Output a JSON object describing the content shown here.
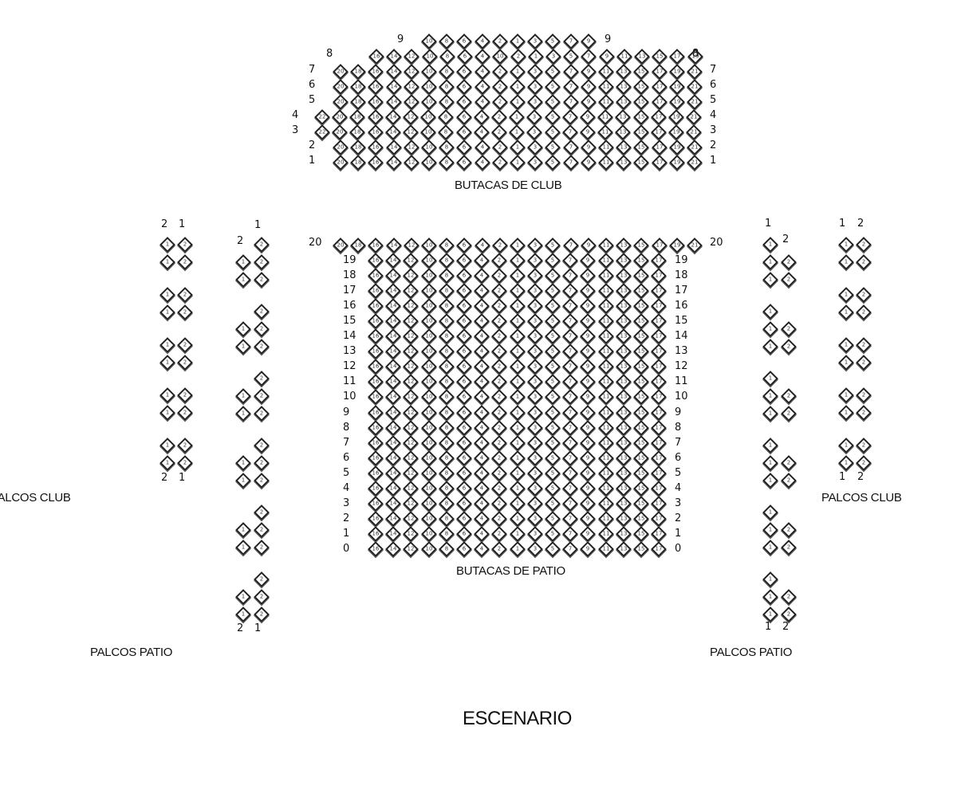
{
  "sections": {
    "club_seats_label": "BUTACAS DE CLUB",
    "patio_seats_label": "BUTACAS DE PATIO",
    "palcos_club_left": "PALCOS CLUB",
    "palcos_club_right": "PALCOS CLUB",
    "palcos_patio_left": "PALCOS PATIO",
    "palcos_patio_right": "PALCOS PATIO",
    "stage_label": "ESCENARIO"
  },
  "club_rows": [
    {
      "row": "9",
      "seats": [
        "10",
        "8",
        "6",
        "4",
        "2",
        "1",
        "3",
        "5",
        "7",
        "9"
      ]
    },
    {
      "row": "8",
      "seats": [
        "16",
        "14",
        "12",
        "10",
        "8",
        "6",
        "4",
        "10",
        "2",
        "1",
        "3",
        "5",
        "7",
        "9",
        "11",
        "13",
        "15",
        "17",
        "19"
      ]
    },
    {
      "row": "7",
      "seats": [
        "20",
        "18",
        "16",
        "14",
        "12",
        "10",
        "8",
        "6",
        "4",
        "2",
        "1",
        "3",
        "5",
        "7",
        "9",
        "11",
        "13",
        "15",
        "17",
        "19",
        "21"
      ]
    },
    {
      "row": "6",
      "seats": [
        "20",
        "18",
        "16",
        "14",
        "12",
        "10",
        "8",
        "6",
        "4",
        "2",
        "1",
        "3",
        "5",
        "7",
        "9",
        "11",
        "13",
        "15",
        "17",
        "19",
        "21"
      ]
    },
    {
      "row": "5",
      "seats": [
        "20",
        "18",
        "16",
        "14",
        "12",
        "10",
        "8",
        "6",
        "4",
        "2",
        "1",
        "3",
        "5",
        "7",
        "9",
        "11",
        "13",
        "15",
        "17",
        "19",
        "21"
      ]
    },
    {
      "row": "4",
      "seats": [
        "22",
        "20",
        "18",
        "16",
        "14",
        "12",
        "10",
        "8",
        "6",
        "4",
        "2",
        "1",
        "3",
        "5",
        "7",
        "9",
        "11",
        "13",
        "15",
        "17",
        "19",
        "21"
      ]
    },
    {
      "row": "3",
      "seats": [
        "22",
        "20",
        "18",
        "16",
        "14",
        "12",
        "10",
        "8",
        "6",
        "4",
        "2",
        "1",
        "3",
        "5",
        "7",
        "9",
        "11",
        "13",
        "15",
        "17",
        "19",
        "21"
      ]
    },
    {
      "row": "2",
      "seats": [
        "20",
        "18",
        "16",
        "14",
        "12",
        "10",
        "8",
        "6",
        "4",
        "2",
        "1",
        "3",
        "5",
        "7",
        "9",
        "11",
        "13",
        "15",
        "17",
        "19",
        "21"
      ]
    },
    {
      "row": "1",
      "seats": [
        "20",
        "18",
        "16",
        "14",
        "12",
        "10",
        "8",
        "6",
        "4",
        "2",
        "1",
        "3",
        "5",
        "7",
        "9",
        "11",
        "13",
        "15",
        "17",
        "19",
        "21"
      ]
    }
  ],
  "patio_row20": [
    "20",
    "18",
    "16",
    "14",
    "12",
    "10",
    "8",
    "6",
    "4",
    "2",
    "1",
    "3",
    "5",
    "7",
    "9",
    "11",
    "13",
    "15",
    "17",
    "19",
    "21"
  ],
  "patio_rows": [
    "19",
    "18",
    "17",
    "16",
    "15",
    "14",
    "13",
    "12",
    "11",
    "10",
    "9",
    "8",
    "7",
    "6",
    "5",
    "4",
    "3",
    "2",
    "1",
    "0"
  ],
  "patio_seats": [
    "16",
    "14",
    "12",
    "10",
    "8",
    "6",
    "4",
    "2",
    "1",
    "3",
    "5",
    "7",
    "9",
    "11",
    "13",
    "15",
    "17"
  ],
  "box_seat_labels": [
    "1",
    "2"
  ]
}
